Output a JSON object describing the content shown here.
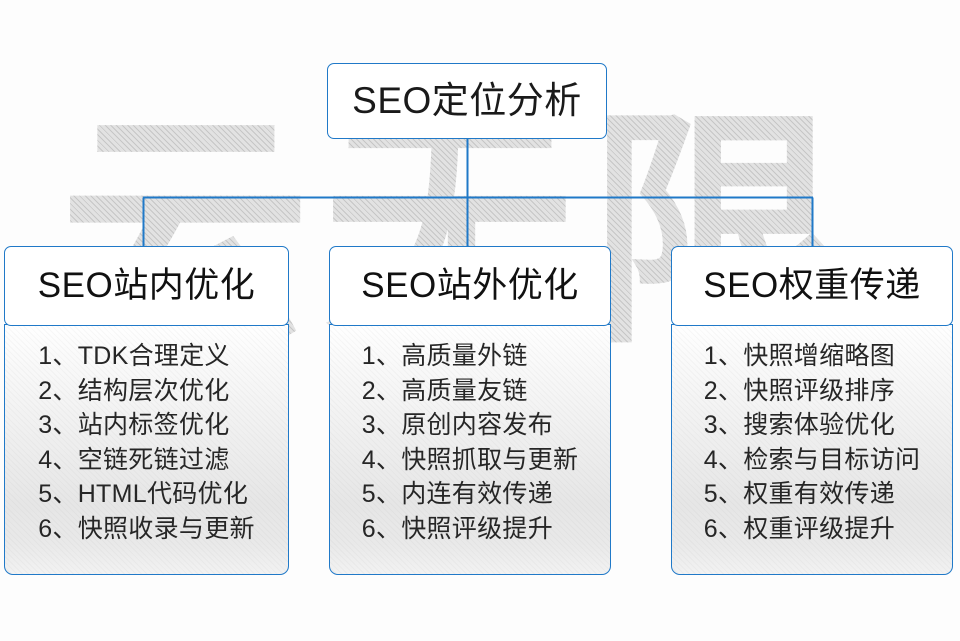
{
  "diagram": {
    "title": "SEO定位分析",
    "watermark_text": "云无限",
    "accent_color": "#2079c8",
    "columns": [
      {
        "header": "SEO站内优化",
        "items": [
          "1、TDK合理定义",
          "2、结构层次优化",
          "3、站内标签优化",
          "4、空链死链过滤",
          "5、HTML代码优化",
          "6、快照收录与更新"
        ]
      },
      {
        "header": "SEO站外优化",
        "items": [
          "1、高质量外链",
          "2、高质量友链",
          "3、原创内容发布",
          "4、快照抓取与更新",
          "5、内连有效传递",
          "6、快照评级提升"
        ]
      },
      {
        "header": "SEO权重传递",
        "items": [
          "1、快照增缩略图",
          "2、快照评级排序",
          "3、搜索体验优化",
          "4、检索与目标访问",
          "5、权重有效传递",
          "6、权重评级提升"
        ]
      }
    ]
  }
}
